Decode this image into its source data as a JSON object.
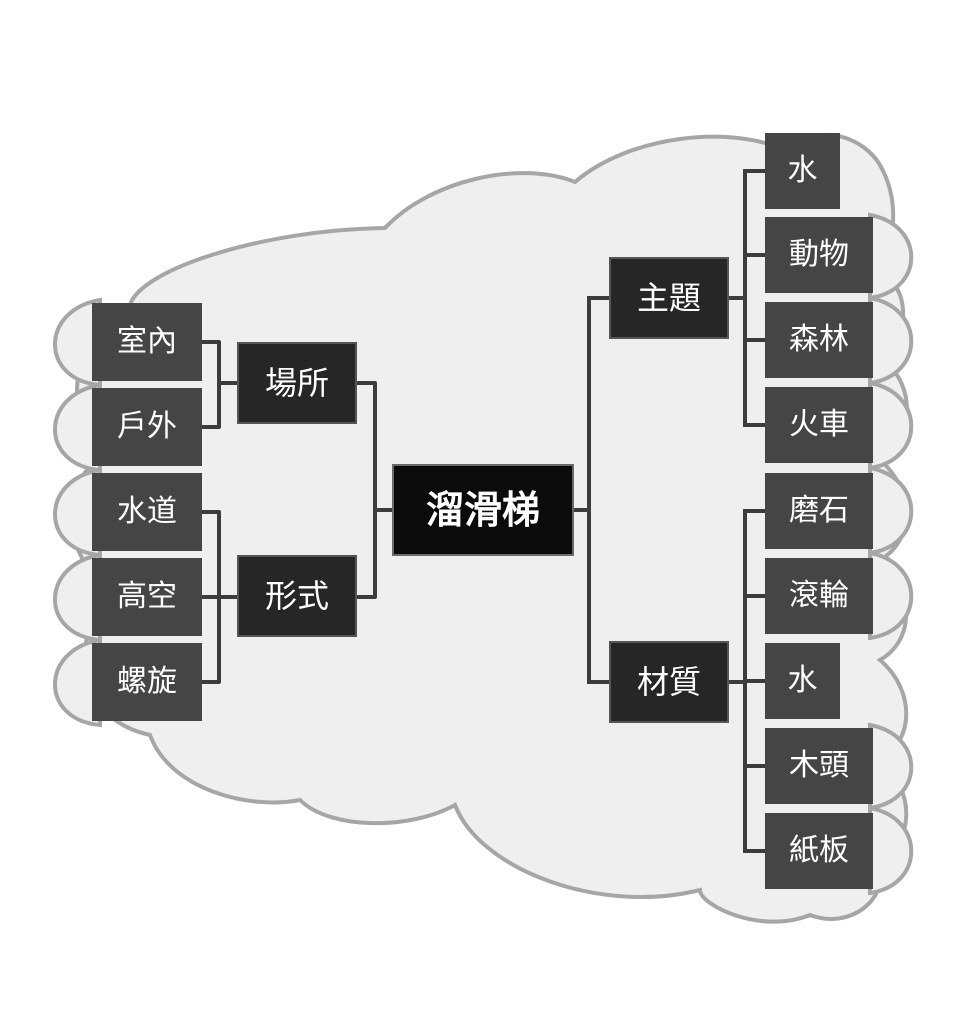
{
  "mindmap": {
    "root": "溜滑梯",
    "left_branches": [
      {
        "label": "場所",
        "children": [
          "室內",
          "戶外"
        ]
      },
      {
        "label": "形式",
        "children": [
          "水道",
          "高空",
          "螺旋"
        ]
      }
    ],
    "right_branches": [
      {
        "label": "主題",
        "children": [
          "水",
          "動物",
          "森林",
          "火車"
        ]
      },
      {
        "label": "材質",
        "children": [
          "磨石",
          "滾輪",
          "水",
          "木頭",
          "紙板"
        ]
      }
    ]
  }
}
